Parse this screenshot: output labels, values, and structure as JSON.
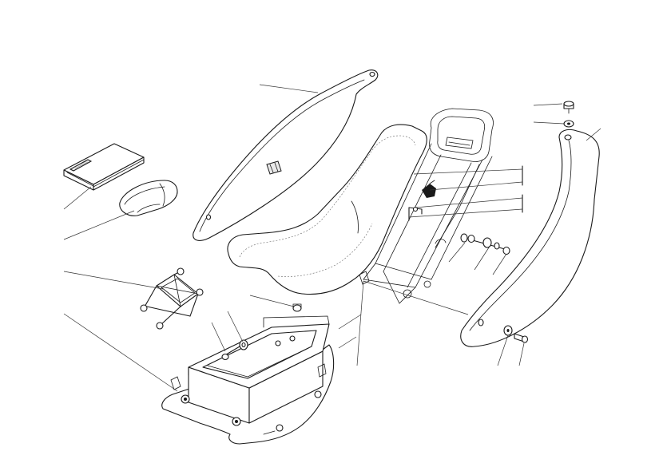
{
  "colors": {
    "line": "#1a1a1a",
    "background": "#ffffff",
    "shade": "#e9e9e9"
  },
  "parts": [
    "manual-booklet",
    "tool-pouch",
    "x-brace",
    "seat-base-tray",
    "left-side-panel",
    "rider-seat",
    "rear-subframe",
    "right-side-panel",
    "seat-lock-latch",
    "seat-hook",
    "screw",
    "washer",
    "spacer",
    "bolt",
    "fastener-set"
  ]
}
